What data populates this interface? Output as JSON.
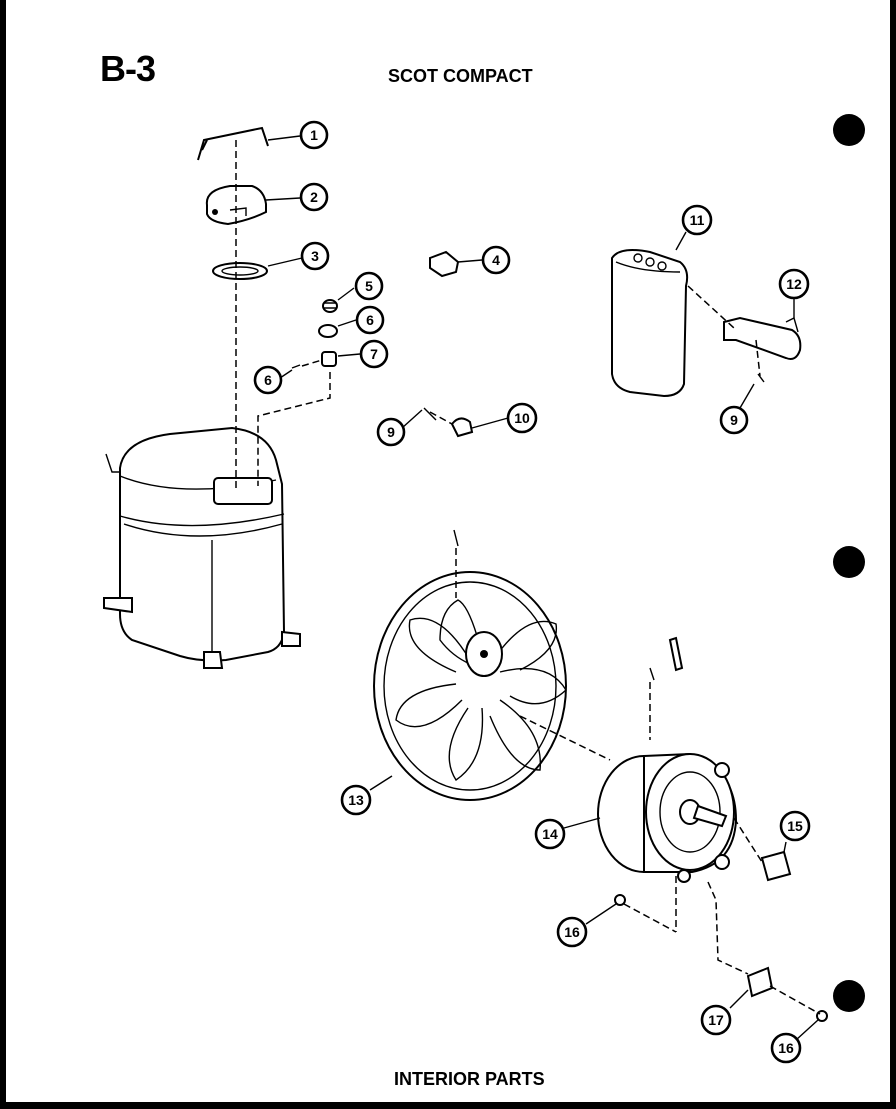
{
  "header": {
    "code": "B-3",
    "title": "SCOT COMPACT"
  },
  "footer": {
    "caption": "INTERIOR PARTS"
  },
  "callouts": [
    {
      "id": "c1",
      "label": "1"
    },
    {
      "id": "c2",
      "label": "2"
    },
    {
      "id": "c3",
      "label": "3"
    },
    {
      "id": "c4",
      "label": "4"
    },
    {
      "id": "c5",
      "label": "5"
    },
    {
      "id": "c6a",
      "label": "6"
    },
    {
      "id": "c6b",
      "label": "6"
    },
    {
      "id": "c7",
      "label": "7"
    },
    {
      "id": "c9a",
      "label": "9"
    },
    {
      "id": "c9b",
      "label": "9"
    },
    {
      "id": "c10",
      "label": "10"
    },
    {
      "id": "c11",
      "label": "11"
    },
    {
      "id": "c12",
      "label": "12"
    },
    {
      "id": "c13",
      "label": "13"
    },
    {
      "id": "c14",
      "label": "14"
    },
    {
      "id": "c15",
      "label": "15"
    },
    {
      "id": "c16a",
      "label": "16"
    },
    {
      "id": "c16b",
      "label": "16"
    },
    {
      "id": "c17",
      "label": "17"
    }
  ]
}
